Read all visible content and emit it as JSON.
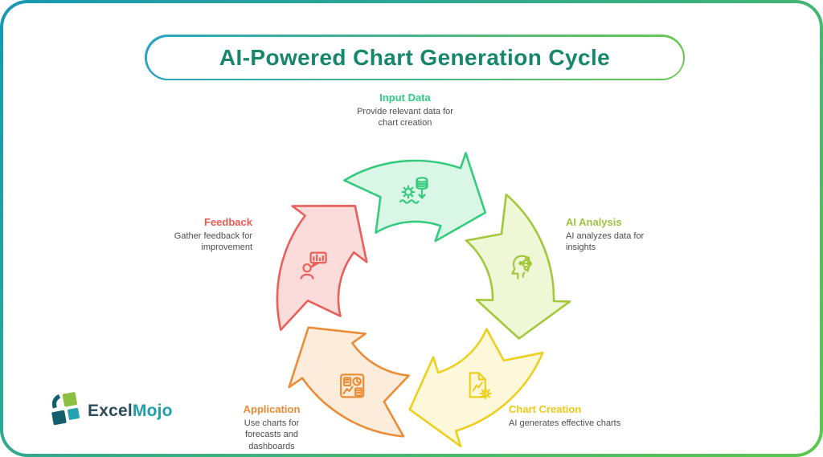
{
  "frame": {
    "border_gradient_start": "#1797b3",
    "border_gradient_end": "#5cc74f"
  },
  "title": {
    "text": "AI-Powered Chart Generation Cycle",
    "color": "#16866c",
    "pill_gradient_start": "#29a3c0",
    "pill_gradient_end": "#67c851"
  },
  "cycle": {
    "description_color": "#4d4d4d",
    "steps": [
      {
        "id": "input-data",
        "label": "Input Data",
        "description": "Provide relevant data for chart creation",
        "label_color": "#2ecc85",
        "arrow_fill": "#d9f6e7",
        "arrow_stroke": "#35cb7c",
        "icon": "database-download-icon"
      },
      {
        "id": "ai-analysis",
        "label": "AI Analysis",
        "description": "AI analyzes data for insights",
        "label_color": "#9ec43c",
        "arrow_fill": "#eff7d7",
        "arrow_stroke": "#a2c83c",
        "icon": "ai-head-icon"
      },
      {
        "id": "chart-creation",
        "label": "Chart Creation",
        "description": "AI generates effective charts",
        "label_color": "#eec81a",
        "arrow_fill": "#fdf8da",
        "arrow_stroke": "#edcf1e",
        "icon": "chart-document-icon"
      },
      {
        "id": "application",
        "label": "Application",
        "description": "Use charts for forecasts and dashboards",
        "label_color": "#ec8b33",
        "arrow_fill": "#fcecdb",
        "arrow_stroke": "#eb8d36",
        "icon": "dashboard-icon"
      },
      {
        "id": "feedback",
        "label": "Feedback",
        "description": "Gather feedback for improvement",
        "label_color": "#ec5a55",
        "arrow_fill": "#fbdcdb",
        "arrow_stroke": "#e95f59",
        "icon": "person-feedback-icon"
      }
    ]
  },
  "logo": {
    "text_primary": "Excel",
    "text_secondary": "Mojo",
    "primary_color": "#2b4d5a",
    "secondary_color": "#1f9fae",
    "tile_dark": "#155e6d",
    "tile_green": "#8cc041",
    "tile_teal": "#23a3b2"
  }
}
